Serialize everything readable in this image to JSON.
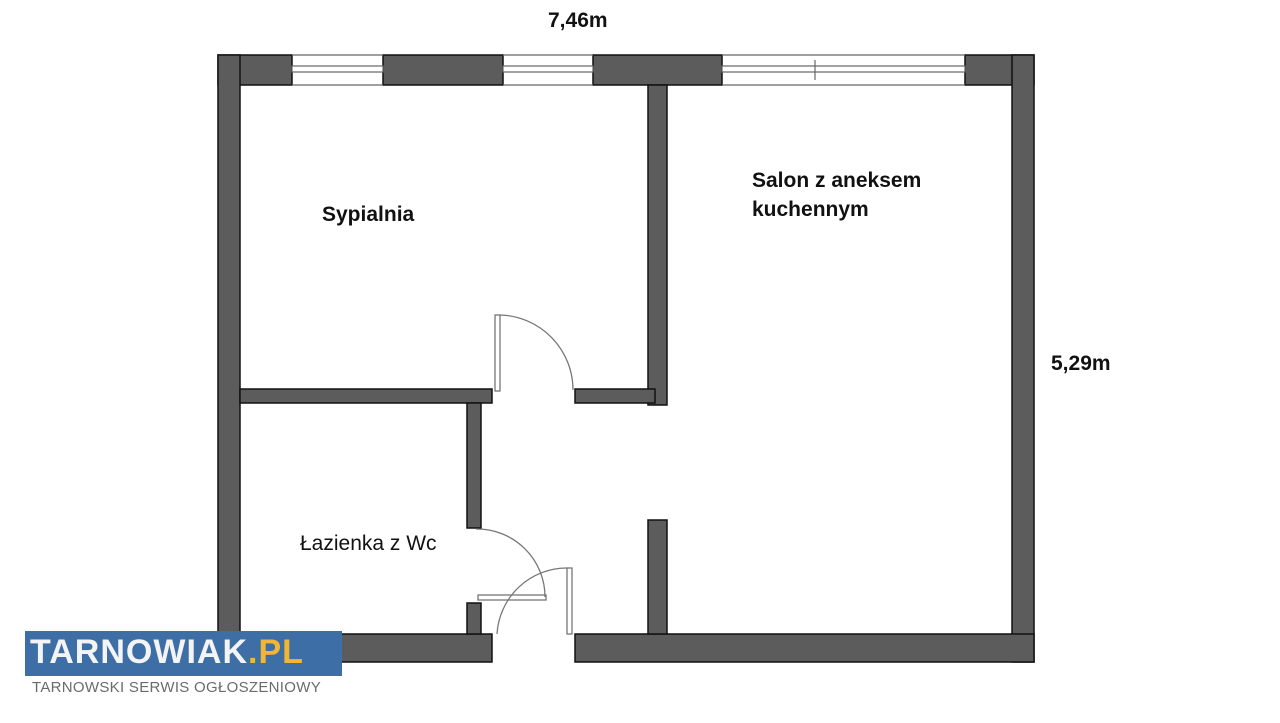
{
  "dimensions": {
    "width_label": "7,46m",
    "height_label": "5,29m"
  },
  "rooms": {
    "bedroom": "Sypialnia",
    "living_line1": "Salon z aneksem",
    "living_line2": "kuchennym",
    "bathroom": "Łazienka z Wc"
  },
  "logo": {
    "main": "TARNOWIAK",
    "suffix": ".PL",
    "tagline": "TARNOWSKI SERWIS OGŁOSZENIOWY"
  },
  "colors": {
    "wall": "#5c5c5c",
    "logo_bg": "#3d6fa6",
    "logo_accent": "#f2b632"
  }
}
